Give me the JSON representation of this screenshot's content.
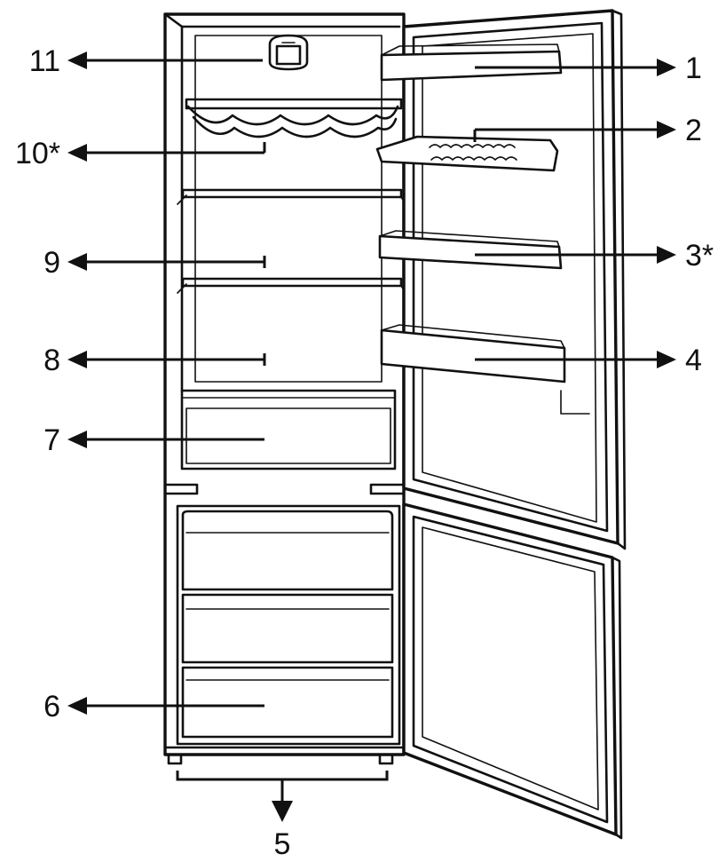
{
  "labels": {
    "l1": "1",
    "l2": "2",
    "l3": "3*",
    "l4": "4",
    "l5": "5",
    "l6": "6",
    "l7": "7",
    "l8": "8",
    "l9": "9",
    "l10": "10*",
    "l11": "11"
  },
  "colors": {
    "line": "#111111",
    "background": "#ffffff"
  }
}
